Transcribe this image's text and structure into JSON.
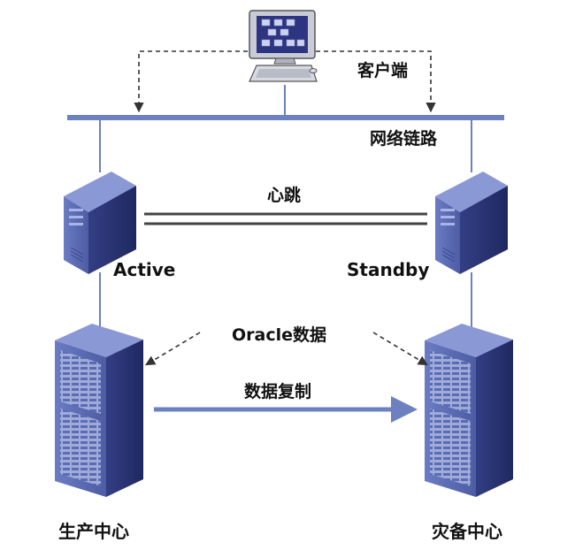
{
  "diagram": {
    "labels": {
      "client": "客户端",
      "network": "网络链路",
      "heartbeat": "心跳",
      "active": "Active",
      "standby": "Standby",
      "oracle_data": "Oracle数据",
      "replication": "数据复制",
      "production": "生产中心",
      "disaster": "灾备中心"
    },
    "colors": {
      "link_blue": "#6d80c0",
      "server_front": "#5a6bb0",
      "server_side": "#2f3a7a",
      "heartbeat": "#444444",
      "dashed": "#333333"
    }
  }
}
